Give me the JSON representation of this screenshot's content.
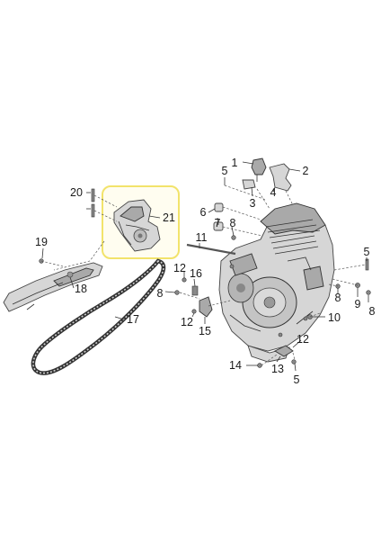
{
  "callouts": [
    {
      "id": "c1",
      "text": "1"
    },
    {
      "id": "c2",
      "text": "2"
    },
    {
      "id": "c3",
      "text": "3"
    },
    {
      "id": "c4",
      "text": "4"
    },
    {
      "id": "c5a",
      "text": "5"
    },
    {
      "id": "c5b",
      "text": "5"
    },
    {
      "id": "c5c",
      "text": "5"
    },
    {
      "id": "c6",
      "text": "6"
    },
    {
      "id": "c7",
      "text": "7"
    },
    {
      "id": "c8a",
      "text": "8"
    },
    {
      "id": "c8b",
      "text": "8"
    },
    {
      "id": "c8c",
      "text": "8"
    },
    {
      "id": "c8d",
      "text": "8"
    },
    {
      "id": "c9",
      "text": "9"
    },
    {
      "id": "c10",
      "text": "10"
    },
    {
      "id": "c11",
      "text": "11"
    },
    {
      "id": "c12a",
      "text": "12"
    },
    {
      "id": "c12b",
      "text": "12"
    },
    {
      "id": "c12c",
      "text": "12"
    },
    {
      "id": "c13",
      "text": "13"
    },
    {
      "id": "c14",
      "text": "14"
    },
    {
      "id": "c15",
      "text": "15"
    },
    {
      "id": "c16",
      "text": "16"
    },
    {
      "id": "c17",
      "text": "17"
    },
    {
      "id": "c18",
      "text": "18"
    },
    {
      "id": "c19",
      "text": "19"
    },
    {
      "id": "c20",
      "text": "20"
    },
    {
      "id": "c21",
      "text": "21"
    }
  ],
  "colors": {
    "highlight": "#f2e36b",
    "highlight_fill": "#fffdf0",
    "line": "#333333"
  }
}
